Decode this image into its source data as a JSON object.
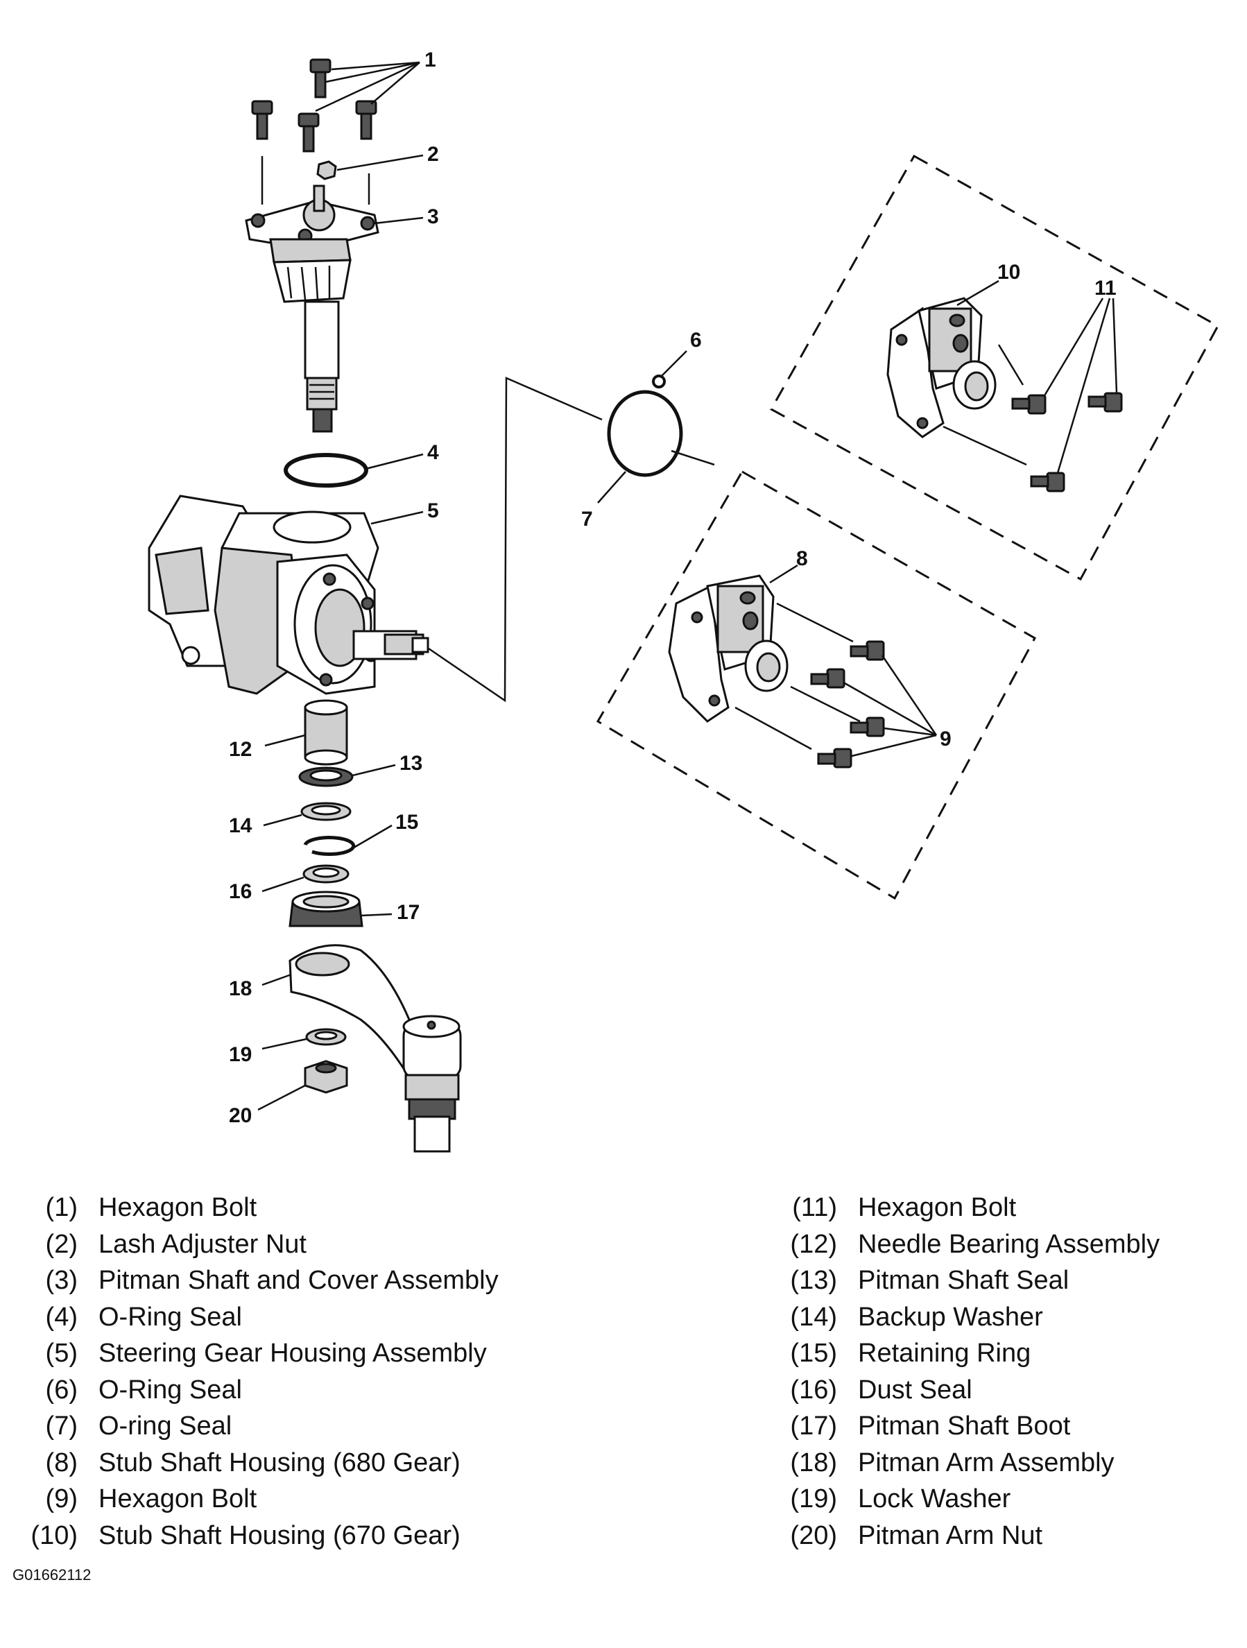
{
  "callouts": [
    "1",
    "2",
    "3",
    "4",
    "5",
    "6",
    "7",
    "8",
    "9",
    "10",
    "11",
    "12",
    "13",
    "14",
    "15",
    "16",
    "17",
    "18",
    "19",
    "20"
  ],
  "legend": {
    "left": [
      {
        "num": "(1)",
        "desc": "Hexagon Bolt"
      },
      {
        "num": "(2)",
        "desc": "Lash Adjuster Nut"
      },
      {
        "num": "(3)",
        "desc": "Pitman Shaft and Cover Assembly"
      },
      {
        "num": "(4)",
        "desc": "O-Ring Seal"
      },
      {
        "num": "(5)",
        "desc": "Steering Gear Housing Assembly"
      },
      {
        "num": "(6)",
        "desc": "O-Ring Seal"
      },
      {
        "num": "(7)",
        "desc": "O-ring Seal"
      },
      {
        "num": "(8)",
        "desc": "Stub Shaft Housing (680 Gear)"
      },
      {
        "num": "(9)",
        "desc": "Hexagon Bolt"
      },
      {
        "num": "(10)",
        "desc": "Stub Shaft Housing (670 Gear)"
      }
    ],
    "right": [
      {
        "num": "(11)",
        "desc": "Hexagon Bolt"
      },
      {
        "num": "(12)",
        "desc": "Needle Bearing Assembly"
      },
      {
        "num": "(13)",
        "desc": "Pitman Shaft Seal"
      },
      {
        "num": "(14)",
        "desc": "Backup Washer"
      },
      {
        "num": "(15)",
        "desc": "Retaining Ring"
      },
      {
        "num": "(16)",
        "desc": "Dust Seal"
      },
      {
        "num": "(17)",
        "desc": "Pitman Shaft Boot"
      },
      {
        "num": "(18)",
        "desc": "Pitman Arm Assembly"
      },
      {
        "num": "(19)",
        "desc": "Lock Washer"
      },
      {
        "num": "(20)",
        "desc": "Pitman Arm Nut"
      }
    ]
  },
  "figure_id": "G01662112"
}
